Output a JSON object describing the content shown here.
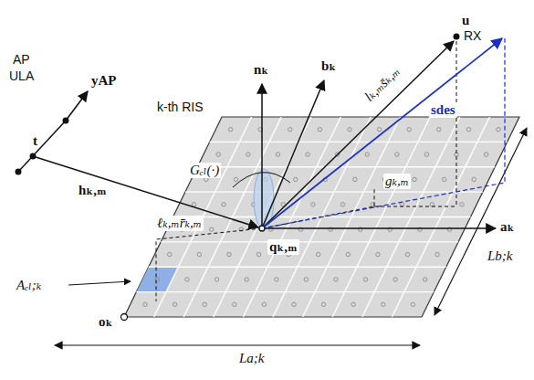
{
  "diagram": {
    "labels": [
      "AP",
      "ULA",
      "yAP",
      "t",
      "hₖ,ₘ",
      "k-th RIS",
      "nₖ",
      "bₖ",
      "lₖ,ₘs̄ₖ,ₘ",
      "u",
      "RX",
      "sdes",
      "Gₑₗ(·)",
      "gₖ,ₘ",
      "ℓₖ,ₘr̄ₖ,ₘ",
      "qₖ,ₘ",
      "aₖ",
      "Lb;k",
      "Aₑₗ;ₖ",
      "oₖ",
      "La;k"
    ]
  }
}
